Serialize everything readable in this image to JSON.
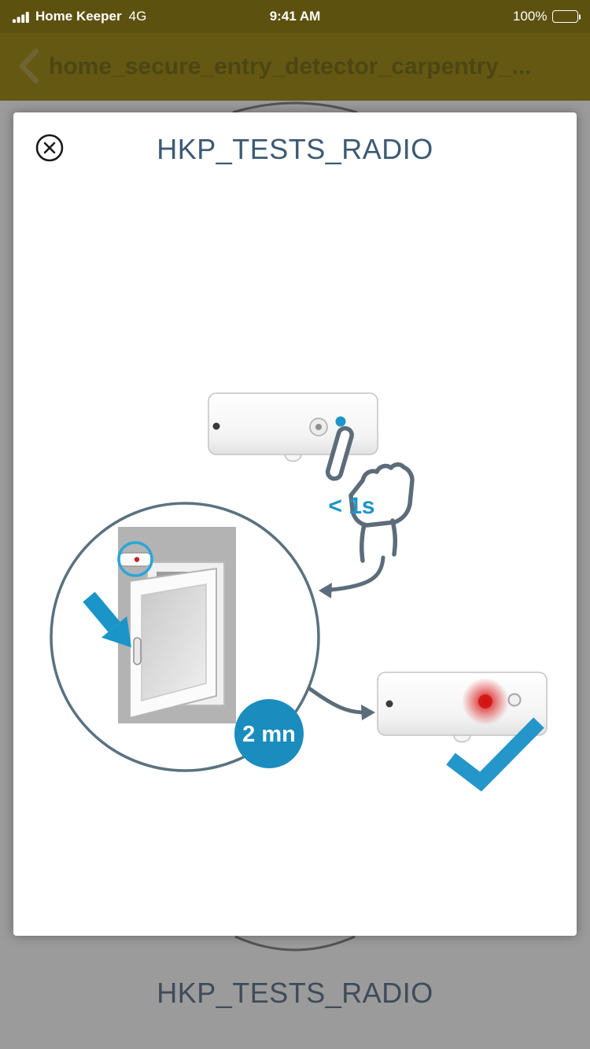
{
  "status_bar": {
    "carrier": "Home Keeper",
    "network": "4G",
    "time": "9:41 AM",
    "battery_percent": "100%"
  },
  "nav_bar": {
    "title": "home_secure_entry_detector_carpentry_..."
  },
  "modal": {
    "title": "HKP_TESTS_RADIO",
    "steps": {
      "press_duration": "< 1s",
      "wait_duration": "2 mn"
    }
  },
  "background_page": {
    "title": "HKP_TESTS_RADIO"
  },
  "icons": {
    "signal": "signal-bars-icon",
    "battery": "battery-full-icon",
    "back": "chevron-left-icon",
    "close": "x-circle-icon",
    "hand": "pointing-hand-icon",
    "result": "checkmark-icon",
    "led": "red-led-glow"
  },
  "colors": {
    "accent_blue": "#1d95c9",
    "badge_blue": "#1b8cbe",
    "highlight_ring_blue": "#2aa6d8",
    "title_text": "#3d5a73",
    "header_background": "#655812",
    "status_bar_background": "#5d5110",
    "dim_background": "#9b9b9b",
    "alert_red": "#cf0f0f",
    "outline_gray": "#5c6c7a"
  }
}
